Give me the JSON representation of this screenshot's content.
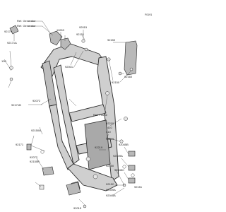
{
  "header": {
    "code": "F0191"
  },
  "refs": {
    "generator_1": "Ref. Generator",
    "generator_2": "Ref. Generator",
    "frame": "Ref. Frame"
  },
  "parts": {
    "p92170": "92170",
    "p11053": "11053",
    "p92015_top": "92015",
    "p92151": "92151",
    "p92171a": "92171A",
    "p130": "130",
    "p92001": "92001",
    "p92150_r1": "92150",
    "p92150_r2": "92150",
    "p92160": "92160",
    "p92171b": "92171B",
    "p92072": "92072",
    "p92210": "92210",
    "p410_a": "410",
    "p410_b": "410",
    "p92219": "92219",
    "p92150a": "92150A",
    "p92171c": "92171",
    "p92072_b": "92072",
    "p92150b": "92150B",
    "p92219_b": "92219",
    "p92045b": "92045B",
    "p92049a_1": "92049A",
    "p92045c": "92045C",
    "p92150c": "92150",
    "p92152": "92152",
    "p92151_b": "92151",
    "p92049a_2": "92049A",
    "p92045a": "92045A",
    "p92015_bot": "92015"
  }
}
